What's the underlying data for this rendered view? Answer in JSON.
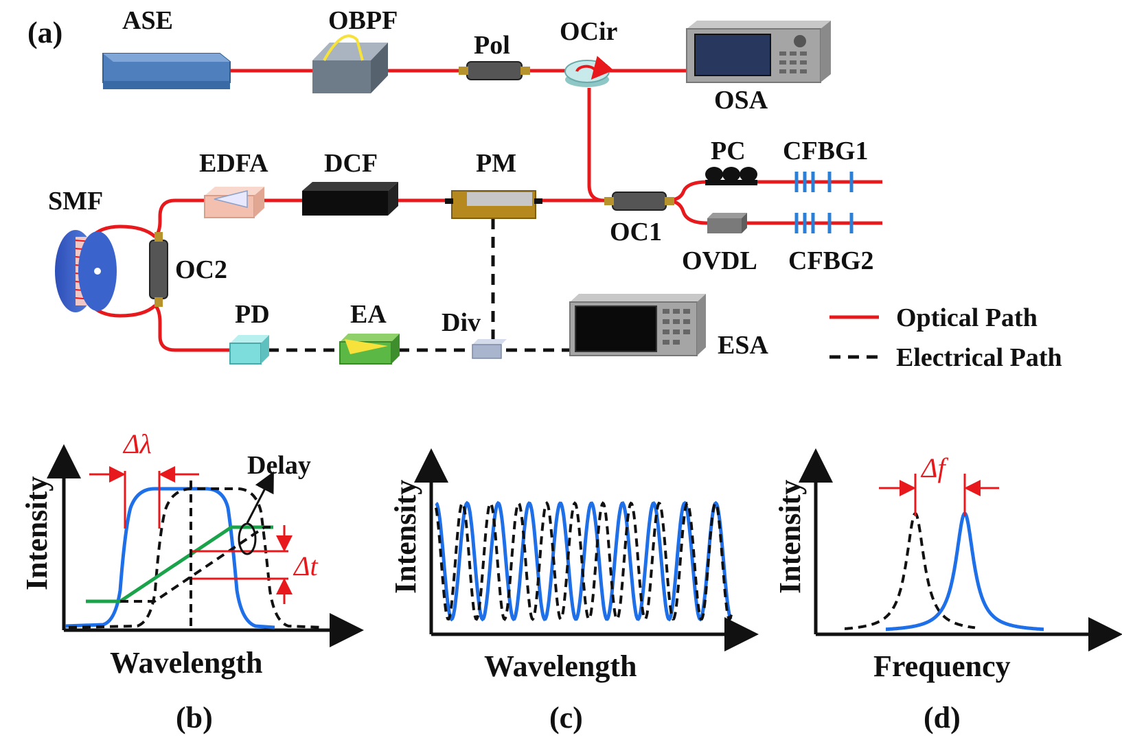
{
  "panels": {
    "a": "(a)",
    "b": "(b)",
    "c": "(c)",
    "d": "(d)"
  },
  "components": {
    "ase": "ASE",
    "obpf": "OBPF",
    "pol": "Pol",
    "ocir": "OCir",
    "osa": "OSA",
    "pc": "PC",
    "cfbg1": "CFBG1",
    "cfbg2": "CFBG2",
    "ovdl": "OVDL",
    "oc1": "OC1",
    "pm": "PM",
    "dcf": "DCF",
    "edfa": "EDFA",
    "smf": "SMF",
    "oc2": "OC2",
    "pd": "PD",
    "ea": "EA",
    "div": "Div",
    "esa": "ESA"
  },
  "legend": {
    "optical": "Optical Path",
    "electrical": "Electrical Path"
  },
  "plot_b": {
    "ylabel": "Intensity",
    "xlabel": "Wavelength",
    "delta_lambda": "Δλ",
    "delay": "Delay",
    "delta_t": "Δt"
  },
  "plot_c": {
    "ylabel": "Intensity",
    "xlabel": "Wavelength"
  },
  "plot_d": {
    "ylabel": "Intensity",
    "xlabel": "Frequency",
    "delta_f": "Δf"
  },
  "colors": {
    "optical": "#e8191c",
    "electrical": "#111111",
    "blue_trace": "#1e6fe8",
    "green_trace": "#1aa34a"
  }
}
